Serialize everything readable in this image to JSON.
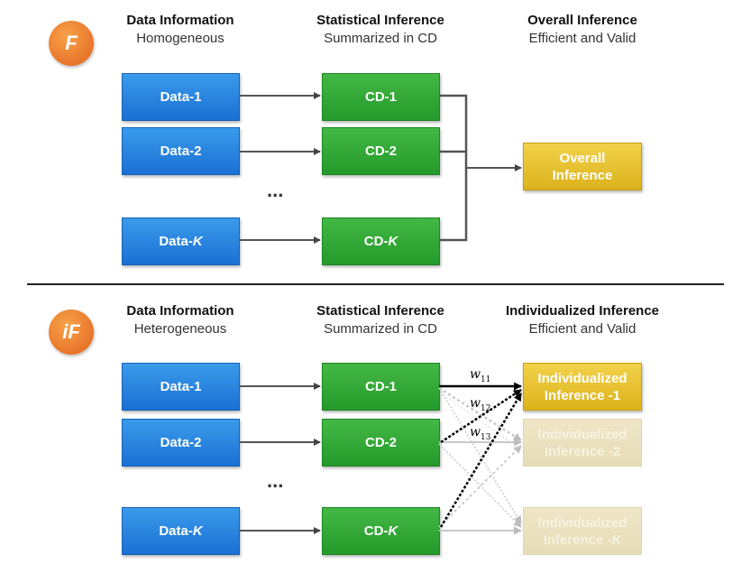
{
  "top": {
    "badge": "F",
    "headers": [
      {
        "title": "Data Information",
        "subtitle": "Homogeneous"
      },
      {
        "title": "Statistical Inference",
        "subtitle": "Summarized in CD"
      },
      {
        "title": "Overall Inference",
        "subtitle": "Efficient and Valid"
      }
    ],
    "data_boxes": [
      "Data-1",
      "Data-2",
      "Data-"
    ],
    "cd_boxes": [
      "CD-1",
      "CD-2",
      "CD-"
    ],
    "k": "K",
    "ellipsis": "...",
    "result_line1": "Overall",
    "result_line2": "Inference"
  },
  "bottom": {
    "badge": "iF",
    "headers": [
      {
        "title": "Data Information",
        "subtitle": "Heterogeneous"
      },
      {
        "title": "Statistical Inference",
        "subtitle": "Summarized in CD"
      },
      {
        "title": "Individualized Inference",
        "subtitle": "Efficient and Valid"
      }
    ],
    "data_boxes": [
      "Data-1",
      "Data-2",
      "Data-"
    ],
    "cd_boxes": [
      "CD-1",
      "CD-2",
      "CD-"
    ],
    "k": "K",
    "ellipsis": "...",
    "results": [
      {
        "line1": "Individualized",
        "line2": "Inference -1"
      },
      {
        "line1": "Individualized",
        "line2": "Inference -2"
      },
      {
        "line1": "Individualized",
        "line2": "Inference -"
      }
    ],
    "weights": [
      {
        "sym": "w",
        "sub": "11"
      },
      {
        "sym": "w",
        "sub": "12"
      },
      {
        "sym": "w",
        "sub": "13"
      }
    ]
  },
  "colors": {
    "blue": "#1a70d4",
    "green": "#249a2a",
    "gold": "#dcb21c",
    "badge": "#e8762a"
  }
}
